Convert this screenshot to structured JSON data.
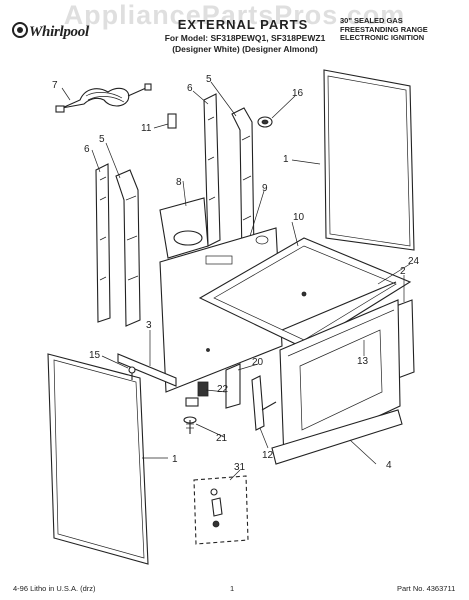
{
  "watermark": "AppliancePartsPros.com",
  "brand": "Whirlpool",
  "header": {
    "title": "EXTERNAL PARTS",
    "model_line1": "For Model: SF318PEWQ1, SF318PEWZ1",
    "model_line2": "(Designer White) (Designer Almond)",
    "right_line1": "30\" SEALED GAS",
    "right_line2": "FREESTANDING RANGE",
    "right_line3": "ELECTRONIC IGNITION"
  },
  "footer": {
    "left": "4-96 Litho in U.S.A. (drz)",
    "center": "1",
    "right": "Part No. 4363711"
  },
  "callouts": [
    "7",
    "6",
    "5",
    "11",
    "16",
    "5",
    "6",
    "1",
    "8",
    "9",
    "10",
    "24",
    "2",
    "3",
    "15",
    "20",
    "13",
    "22",
    "21",
    "12",
    "4",
    "1",
    "31"
  ]
}
